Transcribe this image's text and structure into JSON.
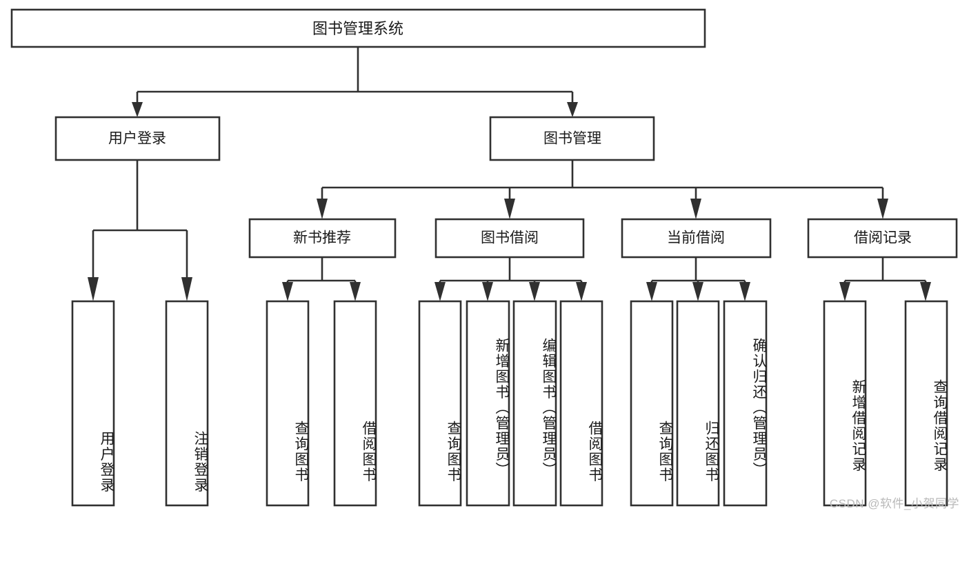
{
  "diagram": {
    "title_node": {
      "label": "图书管理系统"
    },
    "level2": [
      {
        "label": "用户登录"
      },
      {
        "label": "图书管理"
      }
    ],
    "level3": [
      {
        "label": "新书推荐"
      },
      {
        "label": "图书借阅"
      },
      {
        "label": "当前借阅"
      },
      {
        "label": "借阅记录"
      }
    ],
    "leaves": {
      "user_login": [
        {
          "label": "用户登录"
        },
        {
          "label": "注销登录"
        }
      ],
      "new_book_recommend": [
        {
          "label": "查询图书"
        },
        {
          "label": "借阅图书"
        }
      ],
      "book_borrow": [
        {
          "label": "查询图书"
        },
        {
          "label": "新增图书（管理员）"
        },
        {
          "label": "编辑图书（管理员）"
        },
        {
          "label": "借阅图书"
        }
      ],
      "current_borrow": [
        {
          "label": "查询图书"
        },
        {
          "label": "归还图书"
        },
        {
          "label": "确认归还（管理员）"
        }
      ],
      "borrow_record": [
        {
          "label": "新增借阅记录"
        },
        {
          "label": "查询借阅记录"
        }
      ]
    }
  },
  "watermark": {
    "text": "CSDN @软件_小贺同学"
  },
  "colors": {
    "stroke": "#303030",
    "fill": "#ffffff",
    "text": "#1a1a1a",
    "watermark": "#b9b9b9"
  }
}
